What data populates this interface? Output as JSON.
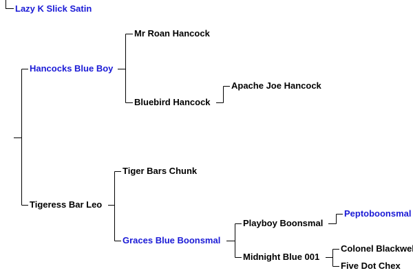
{
  "pedigree": {
    "subject": {
      "name": "Lazy K Slick Satin",
      "link": true
    },
    "sire": {
      "name": "Hancocks Blue Boy",
      "link": true
    },
    "sire_sire": {
      "name": "Mr Roan Hancock",
      "link": false
    },
    "sire_dam": {
      "name": "Bluebird Hancock",
      "link": false
    },
    "sire_dam_sire": {
      "name": "Apache Joe Hancock",
      "link": false
    },
    "dam": {
      "name": "Tigeress Bar Leo",
      "link": false
    },
    "dam_sire": {
      "name": "Tiger Bars Chunk",
      "link": false
    },
    "dam_dam": {
      "name": "Graces Blue Boonsmal",
      "link": true
    },
    "dam_dam_sire": {
      "name": "Playboy Boonsmal",
      "link": false
    },
    "dam_dam_sire_sire": {
      "name": "Peptoboonsmal",
      "link": true
    },
    "dam_dam_dam": {
      "name": "Midnight Blue 001",
      "link": false
    },
    "dam_dam_dam_sire": {
      "name": "Colonel Blackwell",
      "link": false
    },
    "dam_dam_dam_dam": {
      "name": "Five Dot Chex",
      "link": false
    }
  },
  "colors": {
    "link": "#1a1ad6",
    "text": "#000000",
    "lines": "#000000",
    "background": "#ffffff"
  }
}
